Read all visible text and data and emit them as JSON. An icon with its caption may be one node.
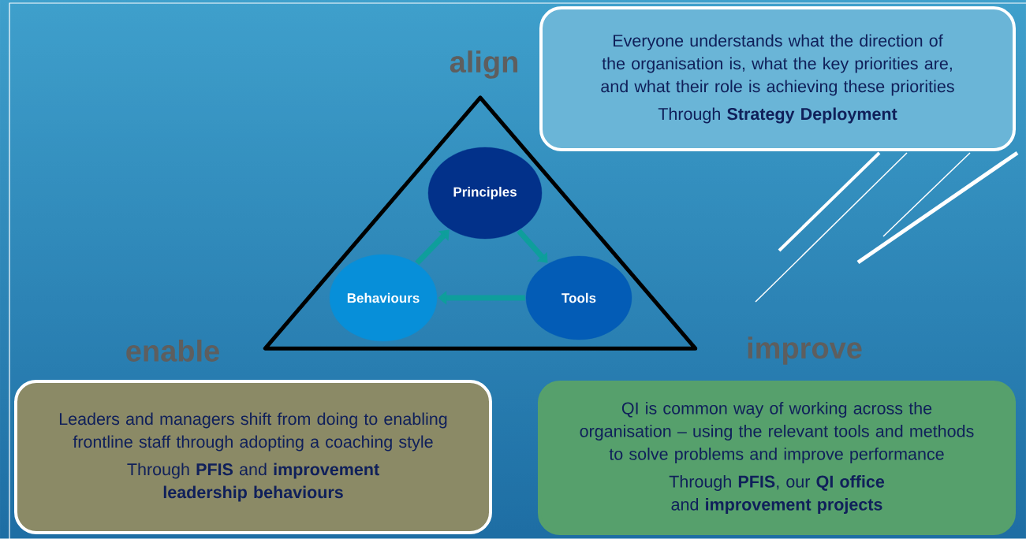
{
  "diagram": {
    "nodes": [
      {
        "text": [
          "Everyone understands what the direction of the organisation is, what the key priorities are, and what their role is achieving these priorities",
          "Through **Strategy Deployment**"
        ],
        "beside": [
          "align"
        ]
      },
      {
        "text": [],
        "shape": "triangle"
      },
      {
        "text": [
          "Principles"
        ],
        "in": 1
      },
      {
        "text": [
          "Tools"
        ],
        "in": 1
      },
      {
        "text": [
          "Behaviours"
        ],
        "in": 1
      },
      {
        "text": [
          "Leaders and managers shift from doing to enabling frontline staff through adopting a coaching style",
          "Through **PFIS** and **improvement leadership behaviours**"
        ],
        "beside": [
          "enable"
        ]
      },
      {
        "text": [
          "QI is common way of working across the organisation – using the relevant tools and methods to solve problems and improve performance",
          "Through **PFIS**, our **QI office** and **improvement projects**"
        ],
        "beside": [
          "improve"
        ]
      }
    ],
    "edges": [
      {
        "from": 2,
        "to": 3,
        "arrow": "to"
      },
      {
        "from": 3,
        "to": 4,
        "arrow": "to"
      },
      {
        "from": 4,
        "to": 2,
        "arrow": "to"
      }
    ]
  }
}
